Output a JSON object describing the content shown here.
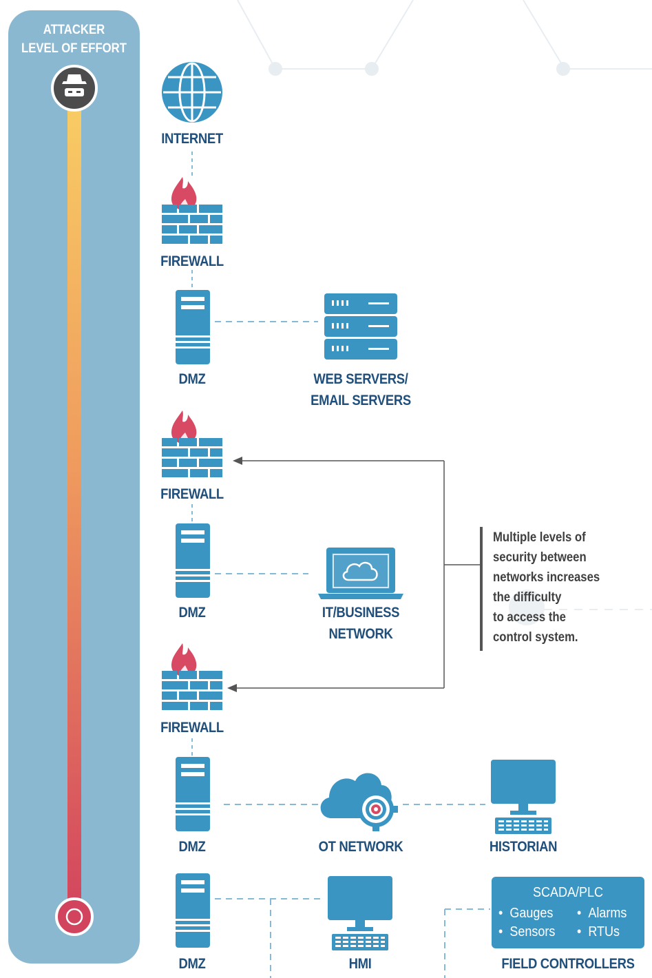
{
  "sidebar": {
    "title_line1": "ATTACKER",
    "title_line2": "LEVEL OF EFFORT"
  },
  "nodes": {
    "internet": "INTERNET",
    "firewall_1": "FIREWALL",
    "dmz_1": "DMZ",
    "web_servers_line1": "WEB SERVERS/",
    "web_servers_line2": "EMAIL SERVERS",
    "firewall_2": "FIREWALL",
    "dmz_2": "DMZ",
    "it_business_line1": "IT/BUSINESS",
    "it_business_line2": "NETWORK",
    "firewall_3": "FIREWALL",
    "dmz_3": "DMZ",
    "ot_network": "OT NETWORK",
    "historian": "HISTORIAN",
    "dmz_4": "DMZ",
    "hmi": "HMI",
    "field_controllers": "FIELD CONTROLLERS"
  },
  "scada": {
    "title": "SCADA/PLC",
    "items": [
      "Gauges",
      "Alarms",
      "Sensors",
      "RTUs"
    ]
  },
  "note": {
    "lines": [
      "Multiple levels of",
      "security between",
      "networks increases",
      "the difficulty",
      "to access the",
      "control system."
    ]
  },
  "colors": {
    "primary_blue": "#3a95c3",
    "sidebar_blue": "#8bb8d1",
    "effort_start": "#f8cc64",
    "effort_end": "#d2445e",
    "flame_red": "#d84a63",
    "label_navy": "#1f4f7a"
  }
}
